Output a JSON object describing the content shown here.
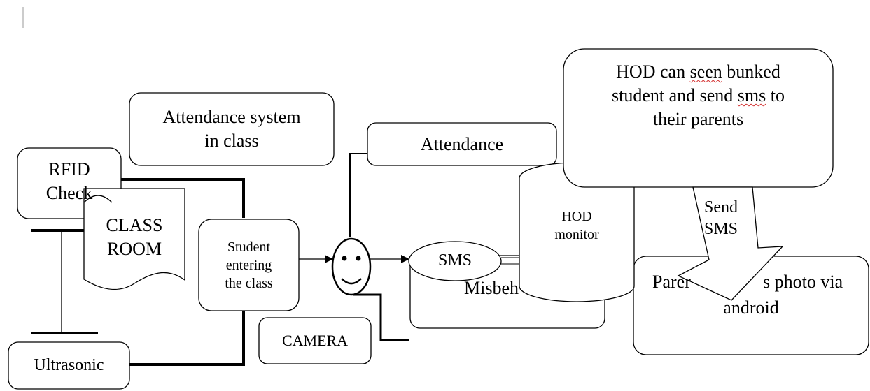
{
  "nodes": {
    "attendance_system": "Attendance system\nin class",
    "rfid": "RFID\nCheck",
    "classroom": "CLASS\nROOM",
    "student": "Student\nentering\nthe class",
    "attendance": "Attendance",
    "sms": "SMS",
    "misbehaviour": "Misbeh",
    "hod_monitor": "HOD\nmonitor",
    "hod_note": {
      "p1": "HOD can ",
      "p2": "seen",
      "p3": " bunked\nstudent and send ",
      "p4": "sms",
      "p5": " to\ntheir parents"
    },
    "parents_left": "Parer",
    "parents_right": "s photo via",
    "parents_line2": "android",
    "send_sms": "Send\nSMS",
    "camera": "CAMERA",
    "ultrasonic": "Ultrasonic"
  }
}
